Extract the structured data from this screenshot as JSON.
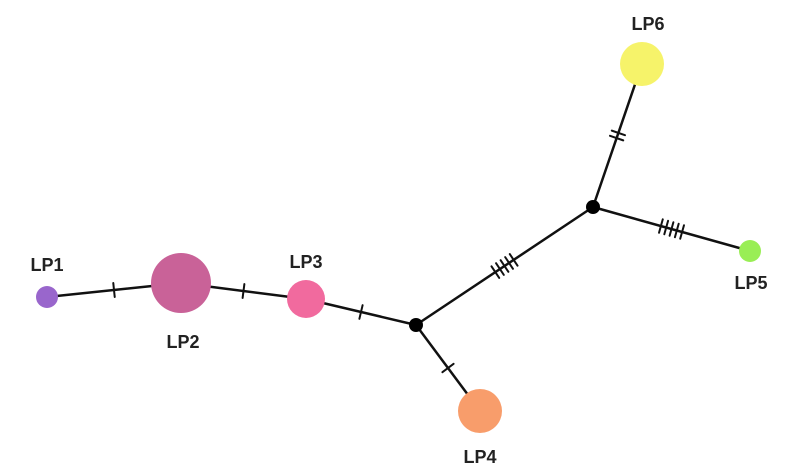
{
  "network": {
    "nodes": [
      {
        "id": "LP1",
        "label": "LP1",
        "color": "#9966cc"
      },
      {
        "id": "LP2",
        "label": "LP2",
        "color": "#c96298"
      },
      {
        "id": "LP3",
        "label": "LP3",
        "color": "#f16a9e"
      },
      {
        "id": "LP4",
        "label": "LP4",
        "color": "#f89d6b"
      },
      {
        "id": "LP5",
        "label": "LP5",
        "color": "#99ee55"
      },
      {
        "id": "LP6",
        "label": "LP6",
        "color": "#f6f36a"
      },
      {
        "id": "H1",
        "label": "",
        "color": "#000000"
      },
      {
        "id": "H2",
        "label": "",
        "color": "#000000"
      }
    ],
    "edges": [
      {
        "from": "LP1",
        "to": "LP2",
        "mutations": 1
      },
      {
        "from": "LP2",
        "to": "LP3",
        "mutations": 1
      },
      {
        "from": "LP3",
        "to": "H1",
        "mutations": 1
      },
      {
        "from": "H1",
        "to": "LP4",
        "mutations": 1
      },
      {
        "from": "H1",
        "to": "H2",
        "mutations": 5
      },
      {
        "from": "H2",
        "to": "LP5",
        "mutations": 5
      },
      {
        "from": "H2",
        "to": "LP6",
        "mutations": 2
      }
    ]
  }
}
